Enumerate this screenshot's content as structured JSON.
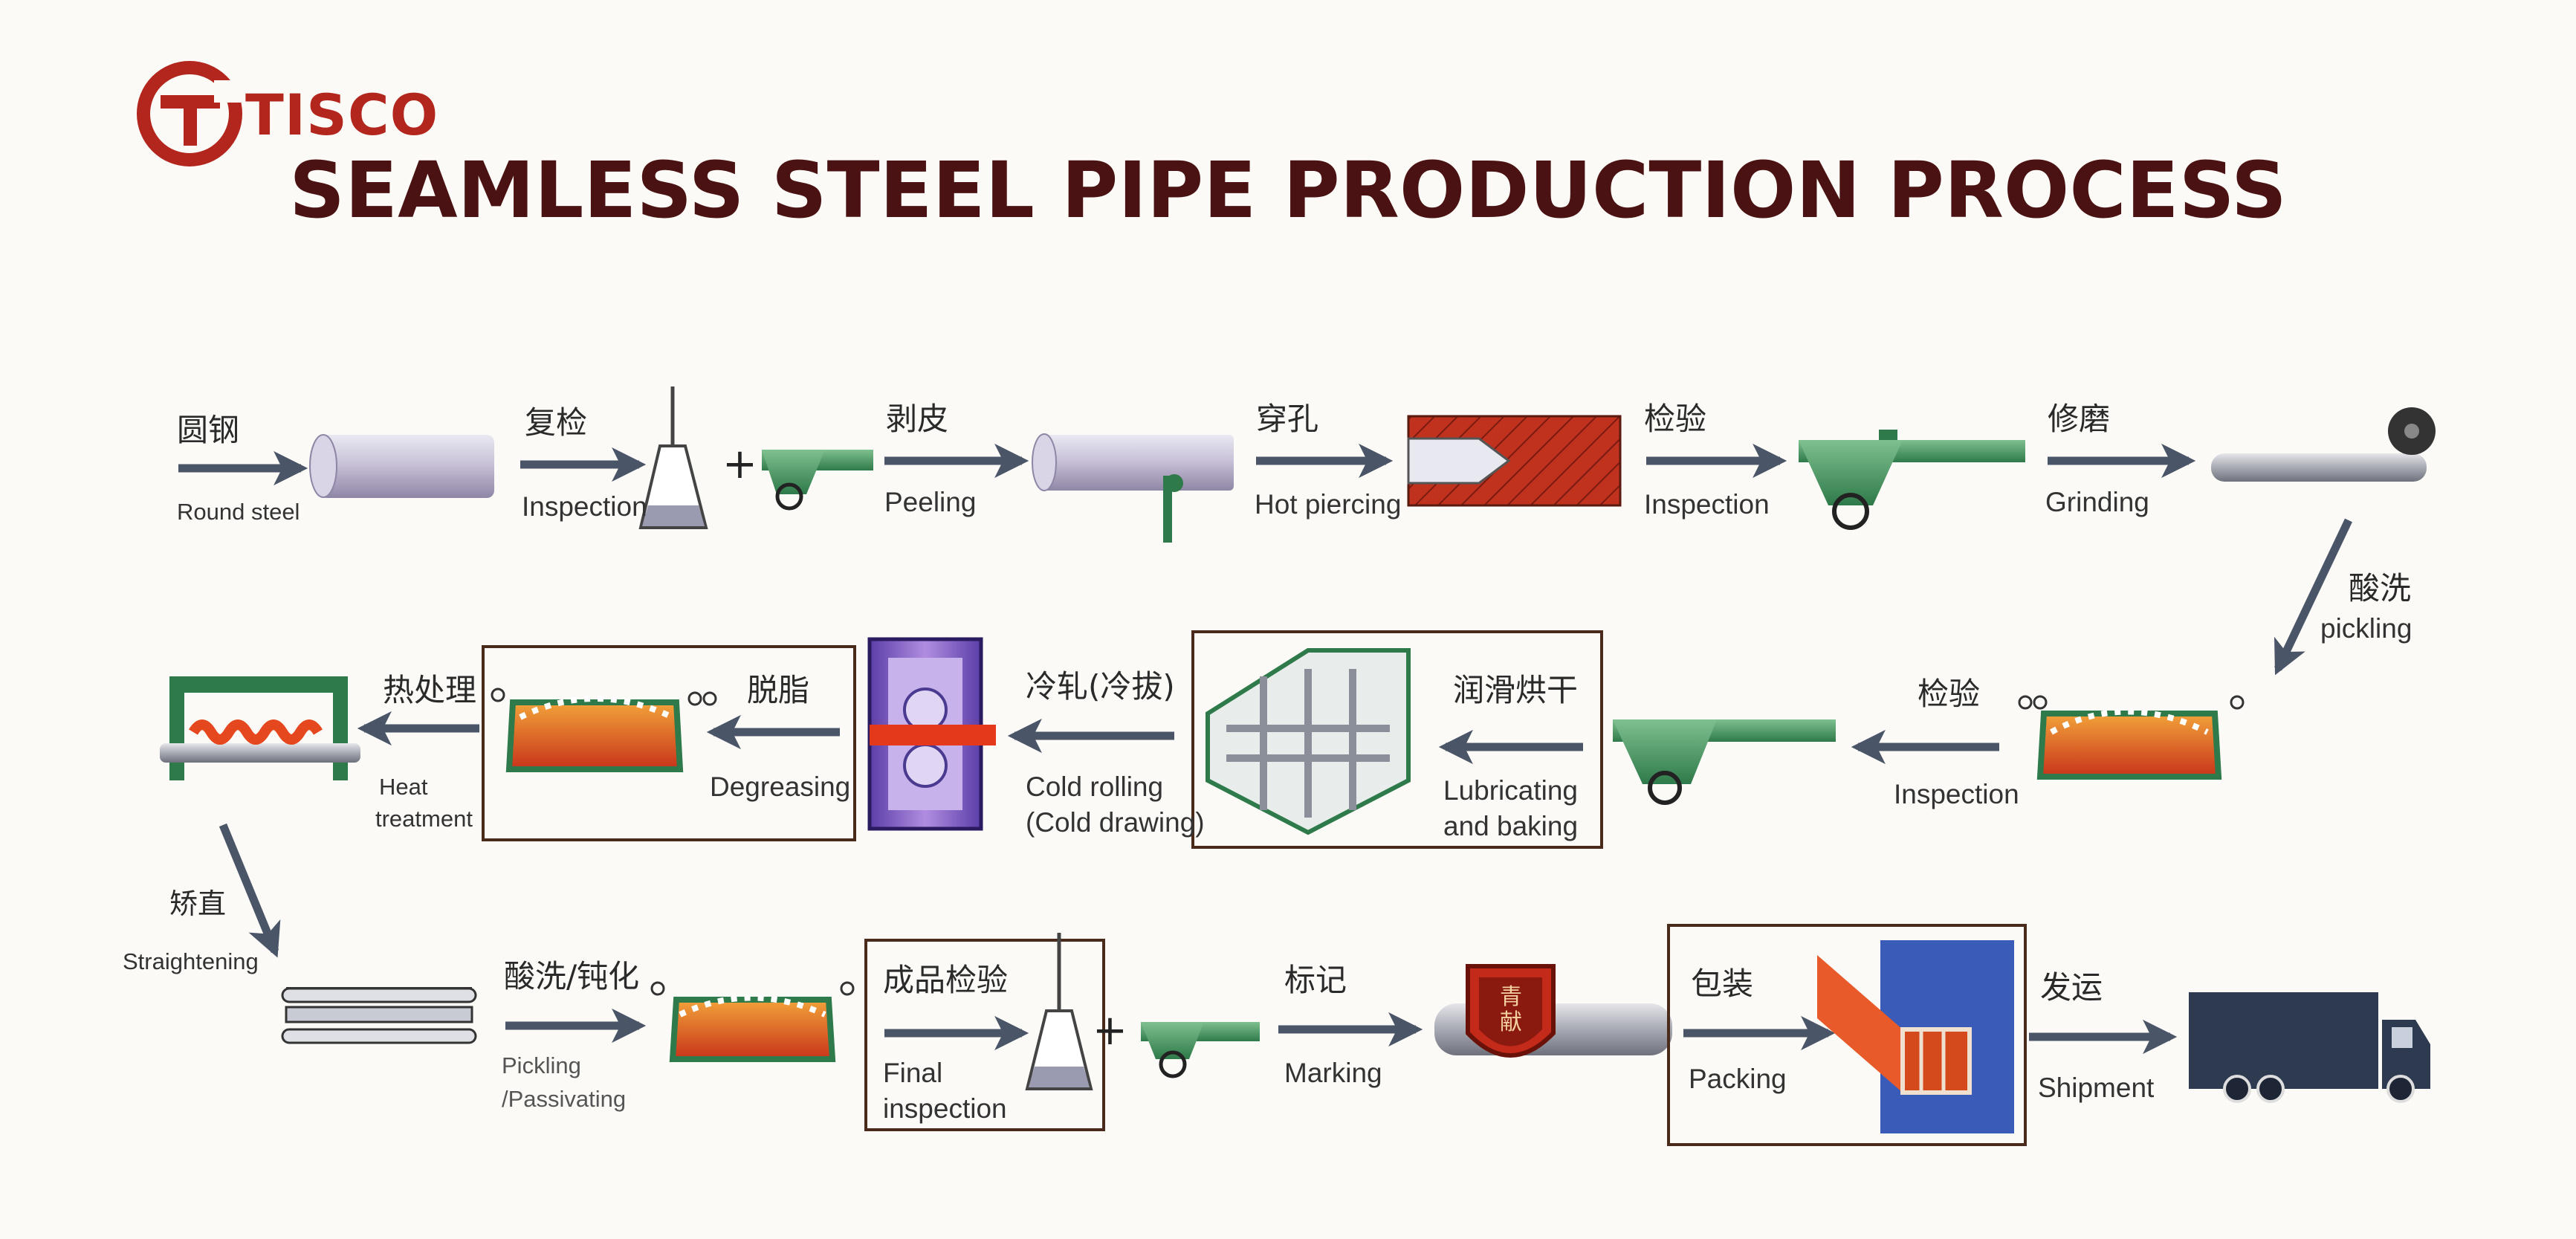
{
  "brand": {
    "name": "TISCO",
    "color": "#b3261e"
  },
  "title": "SEAMLESS STEEL PIPE PRODUCTION PROCESS",
  "steps": [
    {
      "cn": "圆钢",
      "en": "Round steel"
    },
    {
      "cn": "复检",
      "en": "Inspection"
    },
    {
      "cn": "剥皮",
      "en": "Peeling"
    },
    {
      "cn": "穿孔",
      "en": "Hot piercing"
    },
    {
      "cn": "检验",
      "en": "Inspection"
    },
    {
      "cn": "修磨",
      "en": "Grinding"
    },
    {
      "cn": "酸洗",
      "en": "pickling"
    },
    {
      "cn": "检验",
      "en": "Inspection"
    },
    {
      "cn": "润滑烘干",
      "en": "Lubricating",
      "en2": "and baking"
    },
    {
      "cn": "冷轧(冷拔)",
      "en": "Cold rolling",
      "en2": "(Cold drawing)"
    },
    {
      "cn": "脱脂",
      "en": "Degreasing"
    },
    {
      "cn": "热处理",
      "en": "Heat",
      "en2": "treatment"
    },
    {
      "cn": "矫直",
      "en": "Straightening"
    },
    {
      "cn": "酸洗/钝化",
      "en": "Pickling",
      "en2": "/Passivating"
    },
    {
      "cn": "成品检验",
      "en": "Final",
      "en2": "inspection"
    },
    {
      "cn": "标记",
      "en": "Marking"
    },
    {
      "cn": "包装",
      "en": "Packing"
    },
    {
      "cn": "发运",
      "en": "Shipment"
    }
  ],
  "plus": "+",
  "stamp_text": "青献",
  "colors": {
    "arrow": "#4b5568",
    "title": "#4a1212",
    "frame": "#4a2a1a",
    "machine_green": "#2f7a4a",
    "molten": "#d9401e",
    "truck": "#2e3a50"
  }
}
